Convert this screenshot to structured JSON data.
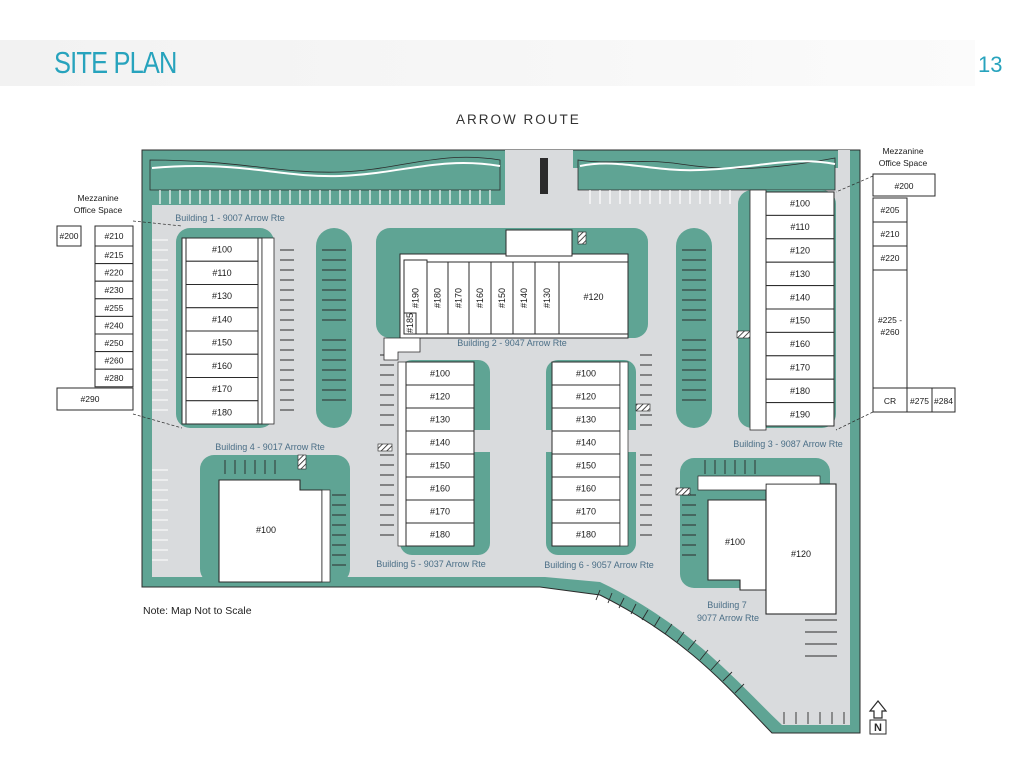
{
  "header": {
    "title": "SITE PLAN",
    "page_number": "13"
  },
  "street_label": "ARROW ROUTE",
  "note": "Note: Map Not to Scale",
  "north_label": "N",
  "colors": {
    "accent": "#27a3bd",
    "landscape": "#5fa494",
    "pavement": "#d9dbdd",
    "building": "#ffffff",
    "outline": "#2b2b2b",
    "building_label": "#4a6e86"
  },
  "mezzanine_left": {
    "title": [
      "Mezzanine",
      "Office Space"
    ],
    "units": [
      "#200",
      "#210",
      "#215",
      "#220",
      "#230",
      "#255",
      "#240",
      "#250",
      "#260",
      "#280",
      "#290"
    ]
  },
  "mezzanine_right": {
    "title": [
      "Mezzanine",
      "Office Space"
    ],
    "units": [
      "#200",
      "#205",
      "#210",
      "#220",
      "#225 -",
      "#260",
      "CR",
      "#275",
      "#284"
    ]
  },
  "buildings": [
    {
      "id": "b1",
      "label": "Building 1 - 9007 Arrow Rte",
      "units": [
        "#100",
        "#110",
        "#130",
        "#140",
        "#150",
        "#160",
        "#170",
        "#180"
      ]
    },
    {
      "id": "b2",
      "label": "Building 2 - 9047 Arrow Rte",
      "units": [
        "#190",
        "#180",
        "#170",
        "#160",
        "#150",
        "#140",
        "#130",
        "#120",
        "#185"
      ]
    },
    {
      "id": "b3",
      "label": "Building 3 - 9087 Arrow Rte",
      "units": [
        "#100",
        "#110",
        "#120",
        "#130",
        "#140",
        "#150",
        "#160",
        "#170",
        "#180",
        "#190"
      ]
    },
    {
      "id": "b4",
      "label": "Building 4 - 9017 Arrow Rte",
      "units": [
        "#100"
      ]
    },
    {
      "id": "b5",
      "label": "Building 5 - 9037 Arrow Rte",
      "units": [
        "#100",
        "#120",
        "#130",
        "#140",
        "#150",
        "#160",
        "#170",
        "#180"
      ]
    },
    {
      "id": "b6",
      "label": "Building 6 - 9057 Arrow Rte",
      "units": [
        "#100",
        "#120",
        "#130",
        "#140",
        "#150",
        "#160",
        "#170",
        "#180"
      ]
    },
    {
      "id": "b7",
      "label": [
        "Building 7",
        "9077 Arrow Rte"
      ],
      "units": [
        "#100",
        "#120"
      ]
    }
  ]
}
